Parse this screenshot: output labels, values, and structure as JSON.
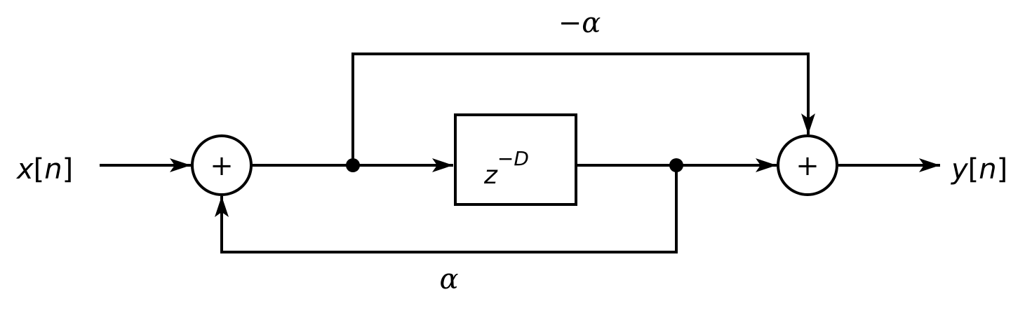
{
  "diagram": {
    "input_label": {
      "var": "x",
      "open": "[",
      "idx": "n",
      "close": "]"
    },
    "output_label": {
      "var": "y",
      "open": "[",
      "idx": "n",
      "close": "]"
    },
    "delay_block": {
      "base": "z",
      "exponent": "−D"
    },
    "feedforward_gain": "−α",
    "feedback_gain": "α",
    "summing_junctions": [
      {
        "symbol": "+"
      },
      {
        "symbol": "+"
      }
    ]
  }
}
